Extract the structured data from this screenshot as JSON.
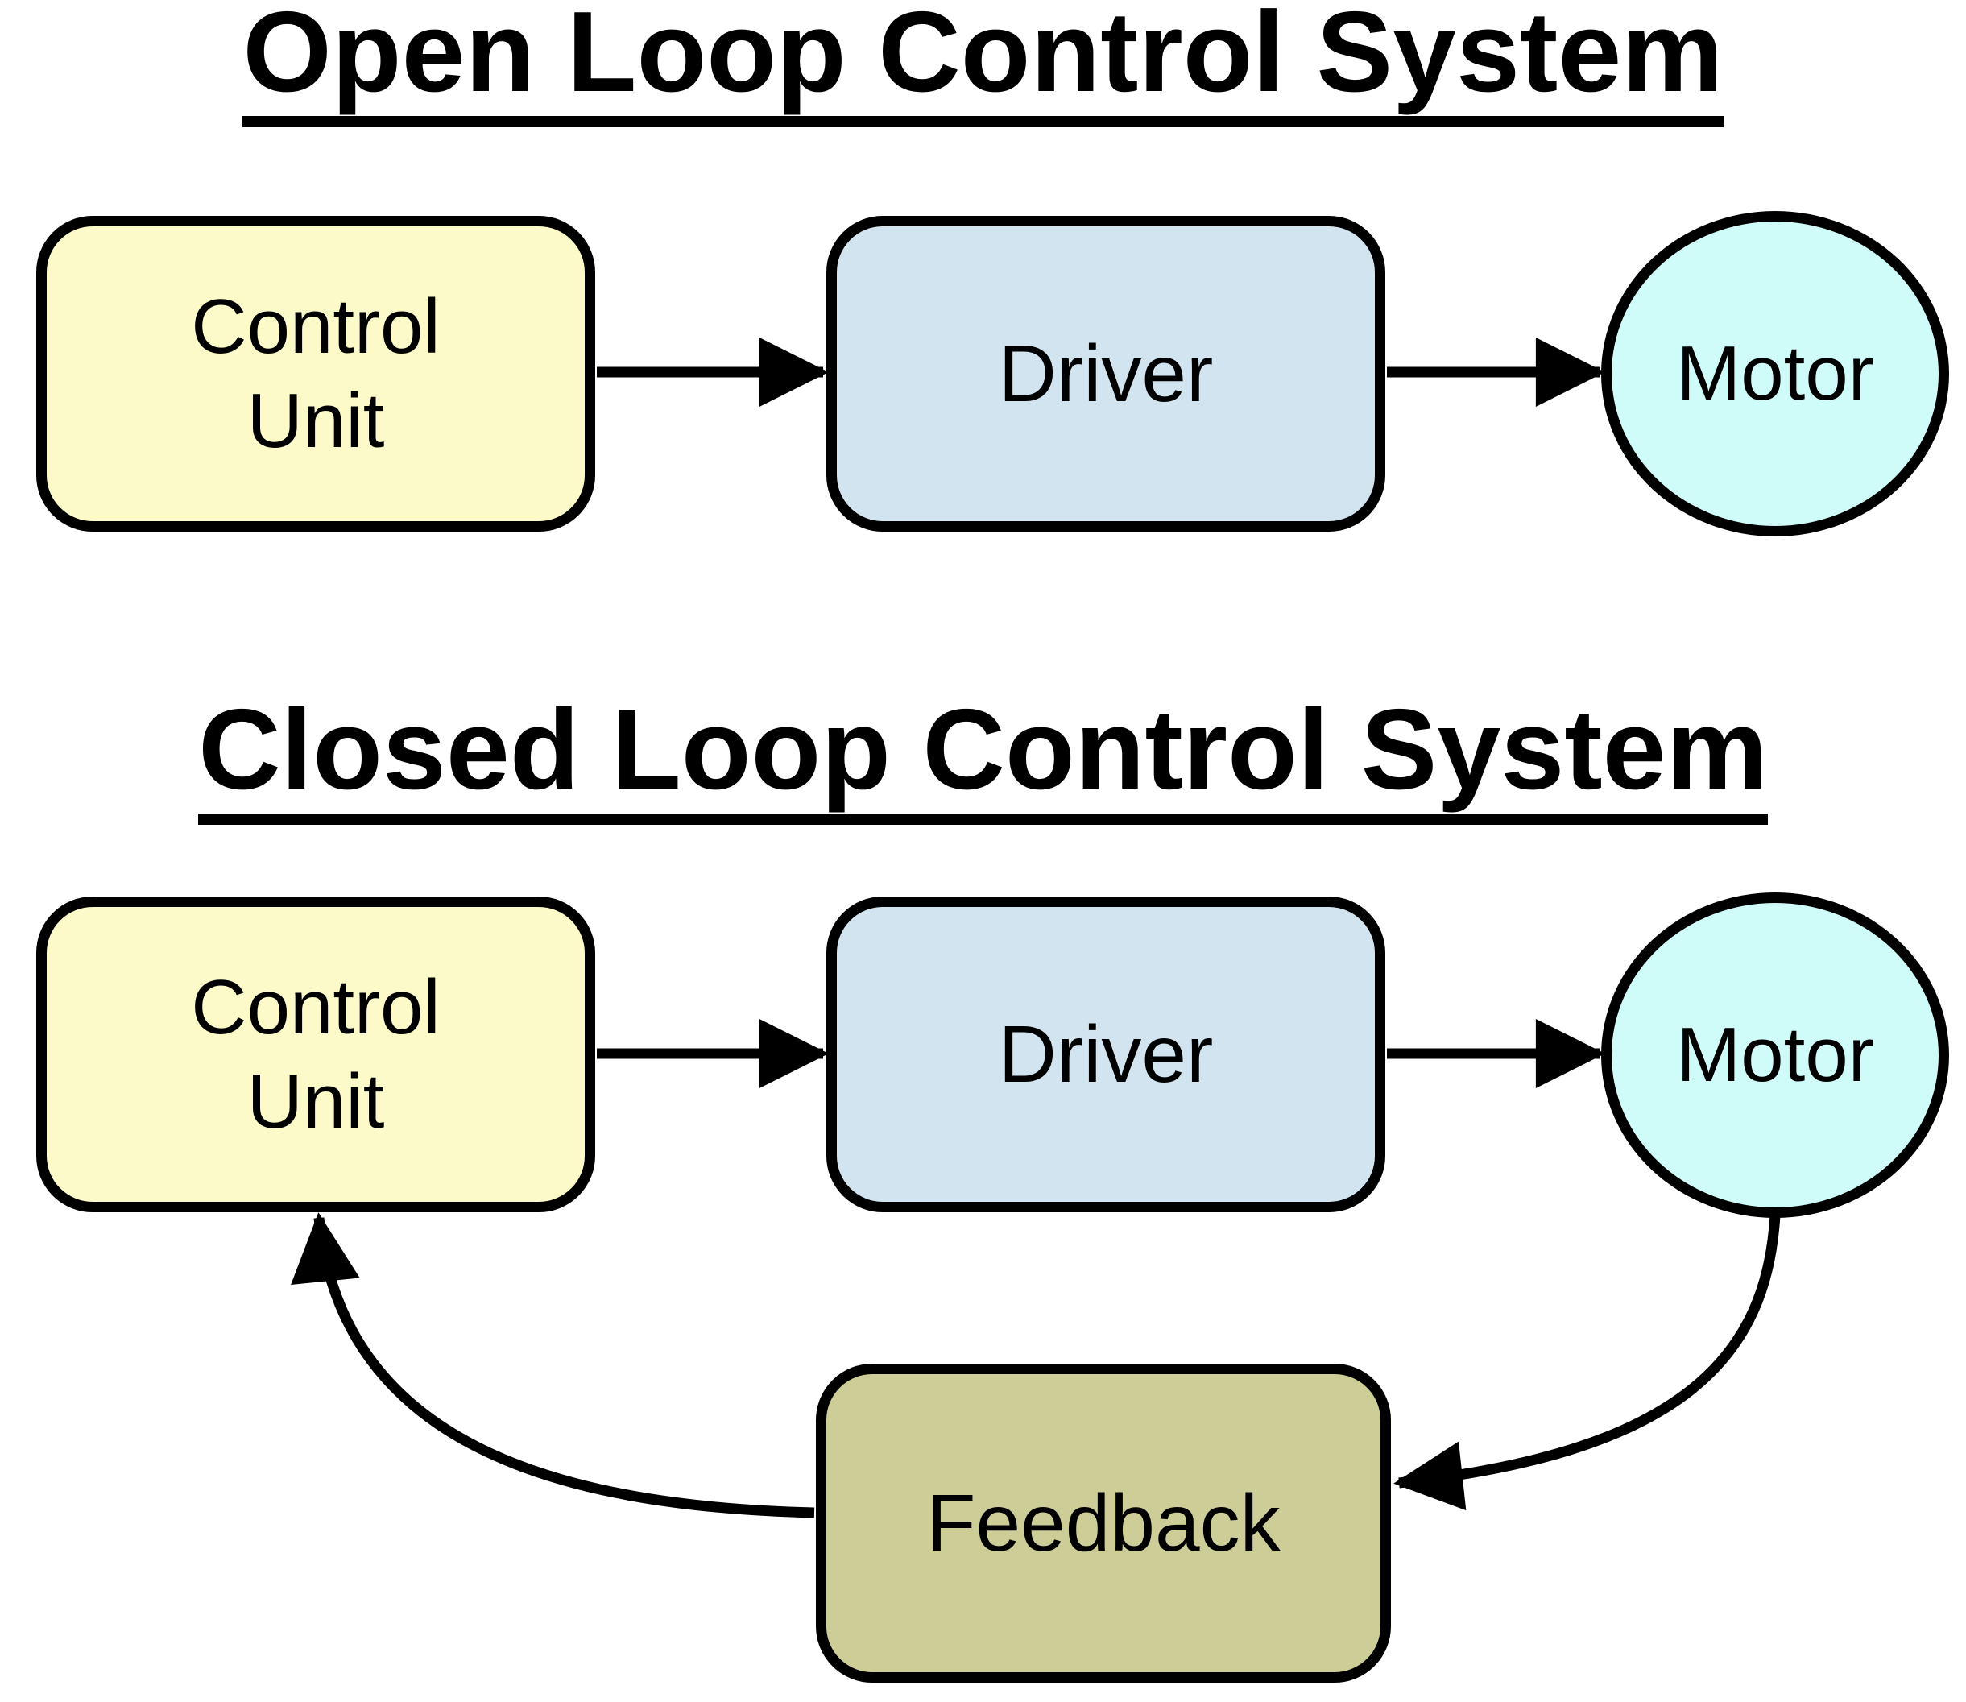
{
  "titles": {
    "open": "Open Loop Control System",
    "closed": "Closed Loop Control System"
  },
  "nodes": {
    "control_unit": "Control\nUnit",
    "driver": "Driver",
    "motor": "Motor",
    "feedback": "Feedback"
  },
  "colors": {
    "control_unit_fill": "#FCFAC8",
    "driver_fill": "#D2E4F0",
    "motor_fill": "#CFFBF8",
    "feedback_fill": "#CDCD97",
    "outline": "#000000"
  }
}
